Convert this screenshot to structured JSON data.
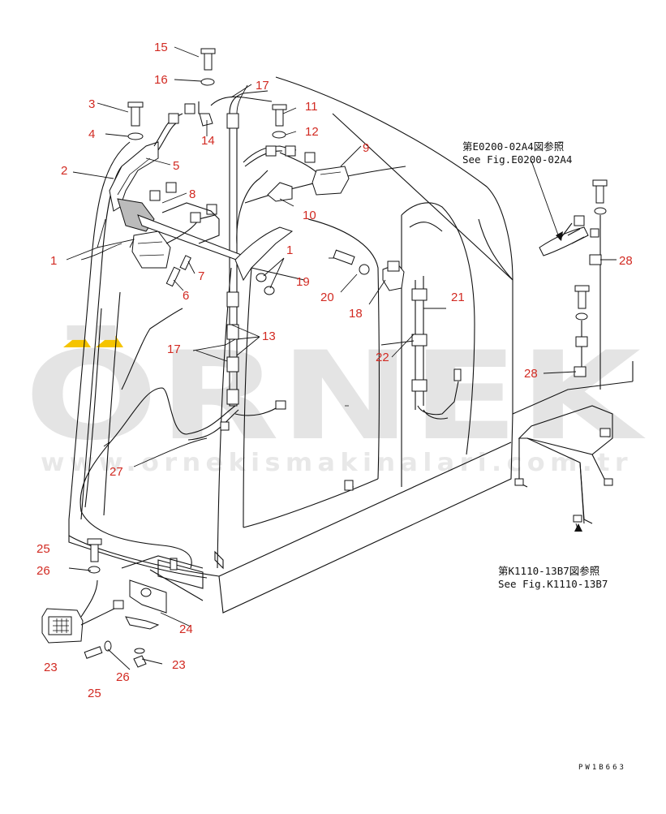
{
  "watermark": {
    "brand": "ÖRNEK",
    "url": "www.ornekismakinalari.com.tr",
    "accent_color": "#f5c400"
  },
  "callouts": {
    "c1a": "1",
    "c1b": "1",
    "c2": "2",
    "c3": "3",
    "c4": "4",
    "c5": "5",
    "c6": "6",
    "c7": "7",
    "c8": "8",
    "c9": "9",
    "c10": "10",
    "c11": "11",
    "c12": "12",
    "c13": "13",
    "c14": "14",
    "c15": "15",
    "c16": "16",
    "c17a": "17",
    "c17b": "17",
    "c18": "18",
    "c19": "19",
    "c20": "20",
    "c21": "21",
    "c22": "22",
    "c23a": "23",
    "c23b": "23",
    "c24": "24",
    "c25a": "25",
    "c25b": "25",
    "c26a": "26",
    "c26b": "26",
    "c27": "27",
    "c28a": "28",
    "c28b": "28"
  },
  "references": {
    "ref1_jp": "第E0200-02A4図参照",
    "ref1_en": "See Fig.E0200-02A4",
    "ref2_jp": "第K1110-13B7図参照",
    "ref2_en": "See Fig.K1110-13B7"
  },
  "drawing_id": "PW1B663",
  "colors": {
    "callout": "#d22a22",
    "line": "#111111",
    "watermark": "#e4e4e4"
  }
}
